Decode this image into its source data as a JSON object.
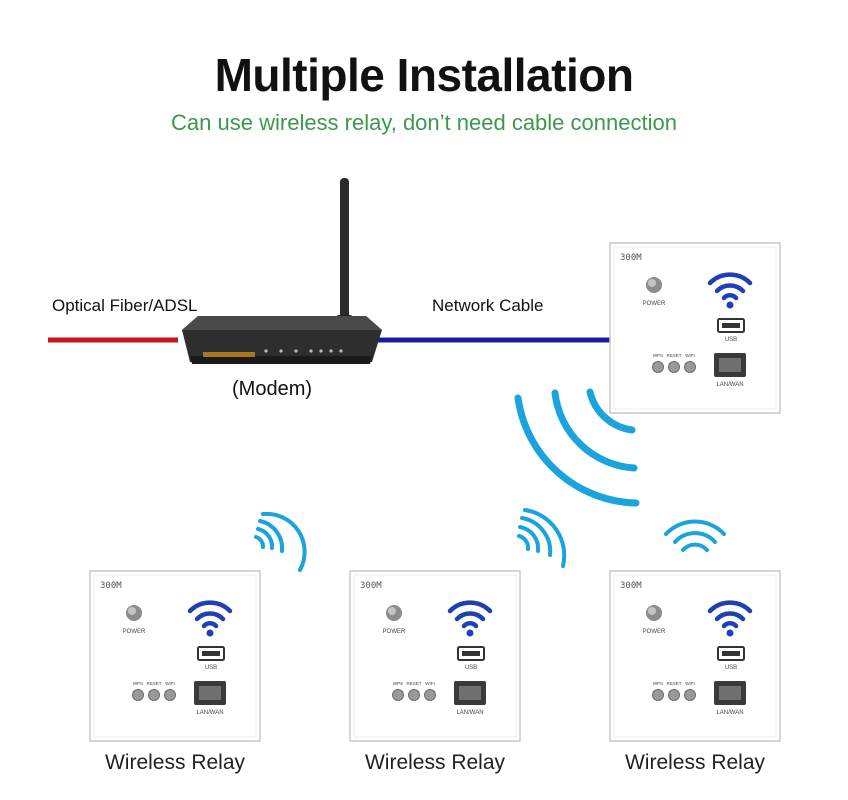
{
  "title": "Multiple Installation",
  "subtitle": "Can use wireless relay, don’t need cable connection",
  "labels": {
    "fiber": "Optical Fiber/ADSL",
    "cable": "Network Cable",
    "modem": "(Modem)"
  },
  "panel": {
    "model": "300M",
    "power": "POWER",
    "usb": "USB",
    "lan": "LAN/WAN",
    "buttons": [
      "WPS",
      "RESET",
      "WIFI"
    ]
  },
  "relays": [
    {
      "label": "Wireless Relay"
    },
    {
      "label": "Wireless Relay"
    },
    {
      "label": "Wireless Relay"
    }
  ],
  "colors": {
    "fiber_line": "#c8141b",
    "cable_line": "#1a1aa6",
    "signal": "#1aa3dc",
    "wifi_icon": "#1f3fb5",
    "subtitle": "#3a9a4b"
  }
}
